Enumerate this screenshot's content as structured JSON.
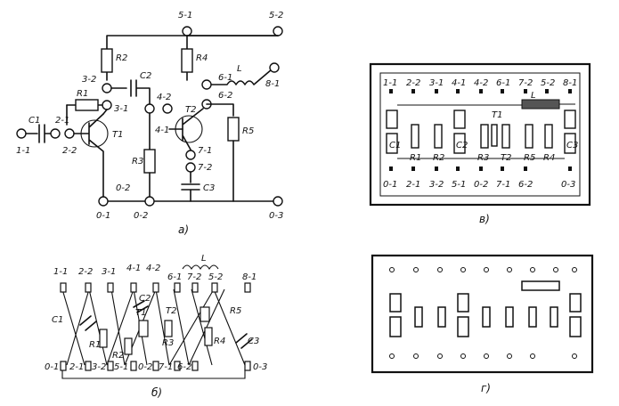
{
  "schematic": {
    "caption": "а)",
    "nodes": [
      "1-1",
      "2-1",
      "2-2",
      "3-1",
      "3-2",
      "4-1",
      "4-2",
      "5-1",
      "5-2",
      "6-1",
      "6-2",
      "7-1",
      "7-2",
      "8-1",
      "0-1",
      "0-2",
      "0-3"
    ],
    "components": [
      "C1",
      "C2",
      "C3",
      "R1",
      "R2",
      "R3",
      "R4",
      "R5",
      "T1",
      "T2",
      "L"
    ]
  },
  "wiring": {
    "caption": "б)",
    "top_labels": [
      "1-1",
      "2-2",
      "3-1",
      "4-1",
      "4-2",
      "6-1",
      "7-2",
      "5-2",
      "8-1"
    ],
    "bottom_labels": [
      "0-1",
      "2-1",
      "3-2",
      "5-1",
      "0-2",
      "7-1",
      "6-2",
      "0-3"
    ],
    "components": [
      "C1",
      "R1",
      "R2",
      "C2",
      "T1",
      "T2",
      "R3",
      "R4",
      "R5",
      "C3",
      "L"
    ]
  },
  "board_layout": {
    "caption": "в)",
    "top_labels": [
      "1-1",
      "2-2",
      "3-1",
      "4-1",
      "4-2",
      "6-1",
      "7-2",
      "5-2",
      "8-1"
    ],
    "bottom_labels": [
      "0-1",
      "2-1",
      "3-2",
      "5-1",
      "0-2",
      "7-1",
      "6-2",
      "0-3"
    ],
    "components": [
      "C1",
      "C2",
      "C3",
      "R1",
      "R2",
      "R3",
      "R4",
      "R5",
      "T1",
      "T2",
      "L"
    ]
  },
  "board_photo": {
    "caption": "г)"
  }
}
